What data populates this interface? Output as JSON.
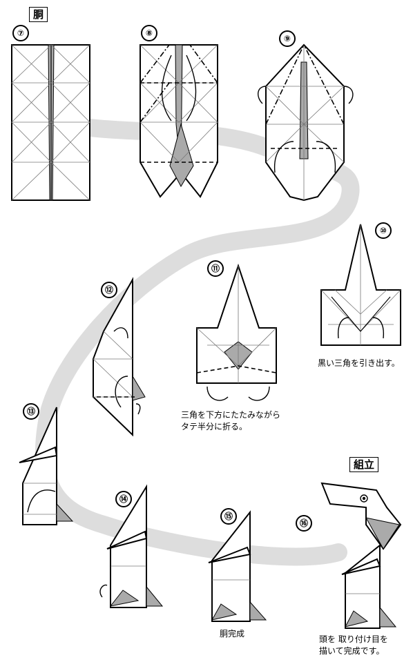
{
  "section_body": "胴",
  "section_assembly": "組立",
  "steps": [
    "⑦",
    "⑧",
    "⑨",
    "⑩",
    "⑪",
    "⑫",
    "⑬",
    "⑭",
    "⑮",
    "⑯"
  ],
  "notes": {
    "step10": "黒い三角を引き出す。",
    "step11_line1": "三角を下方にたたみながら",
    "step11_line2": "タテ半分に折る。",
    "step15": "胴完成",
    "step16_line1": "頭を 取り付け目を",
    "step16_line2": "描いて完成です。"
  },
  "colors": {
    "path": "#dddddd",
    "shade": "#aaaaaa",
    "line": "#000000"
  }
}
